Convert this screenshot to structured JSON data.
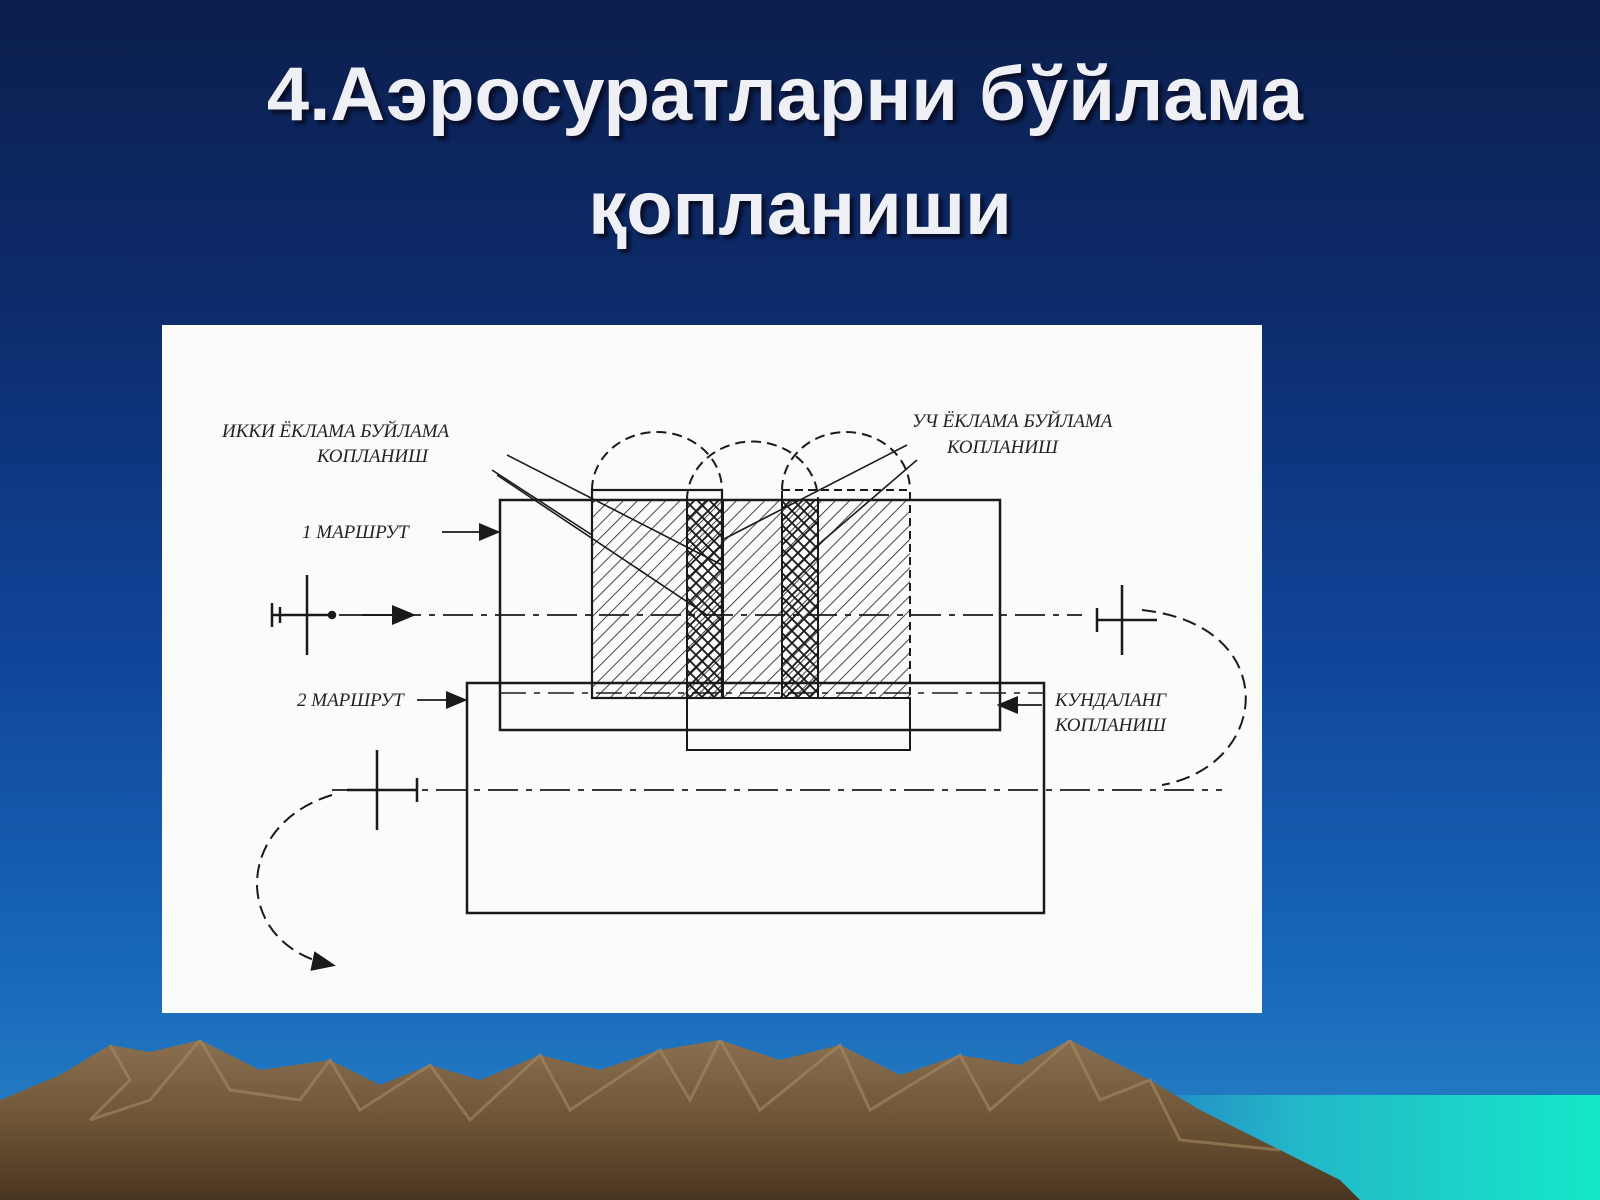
{
  "slide": {
    "title_line1": "4.Аэросуратларни бўйлама",
    "title_line2": "қопланиши"
  },
  "diagram": {
    "label_two_frame": [
      "ИККИ ЁКЛАМА БУЙЛАМА",
      "КОПЛАНИШ"
    ],
    "label_three_frame": [
      "УЧ ЁКЛАМА БУЙЛАМА",
      "КОПЛАНИШ"
    ],
    "label_route1": "1 МАРШРУТ",
    "label_route2": "2 МАРШРУТ",
    "label_cross": [
      "КУНДАЛАНГ",
      "КОПЛАНИШ"
    ]
  },
  "colors": {
    "ink": "#1a1a1a",
    "panel": "#fbfbf9",
    "title_text": "#eef0f6"
  }
}
